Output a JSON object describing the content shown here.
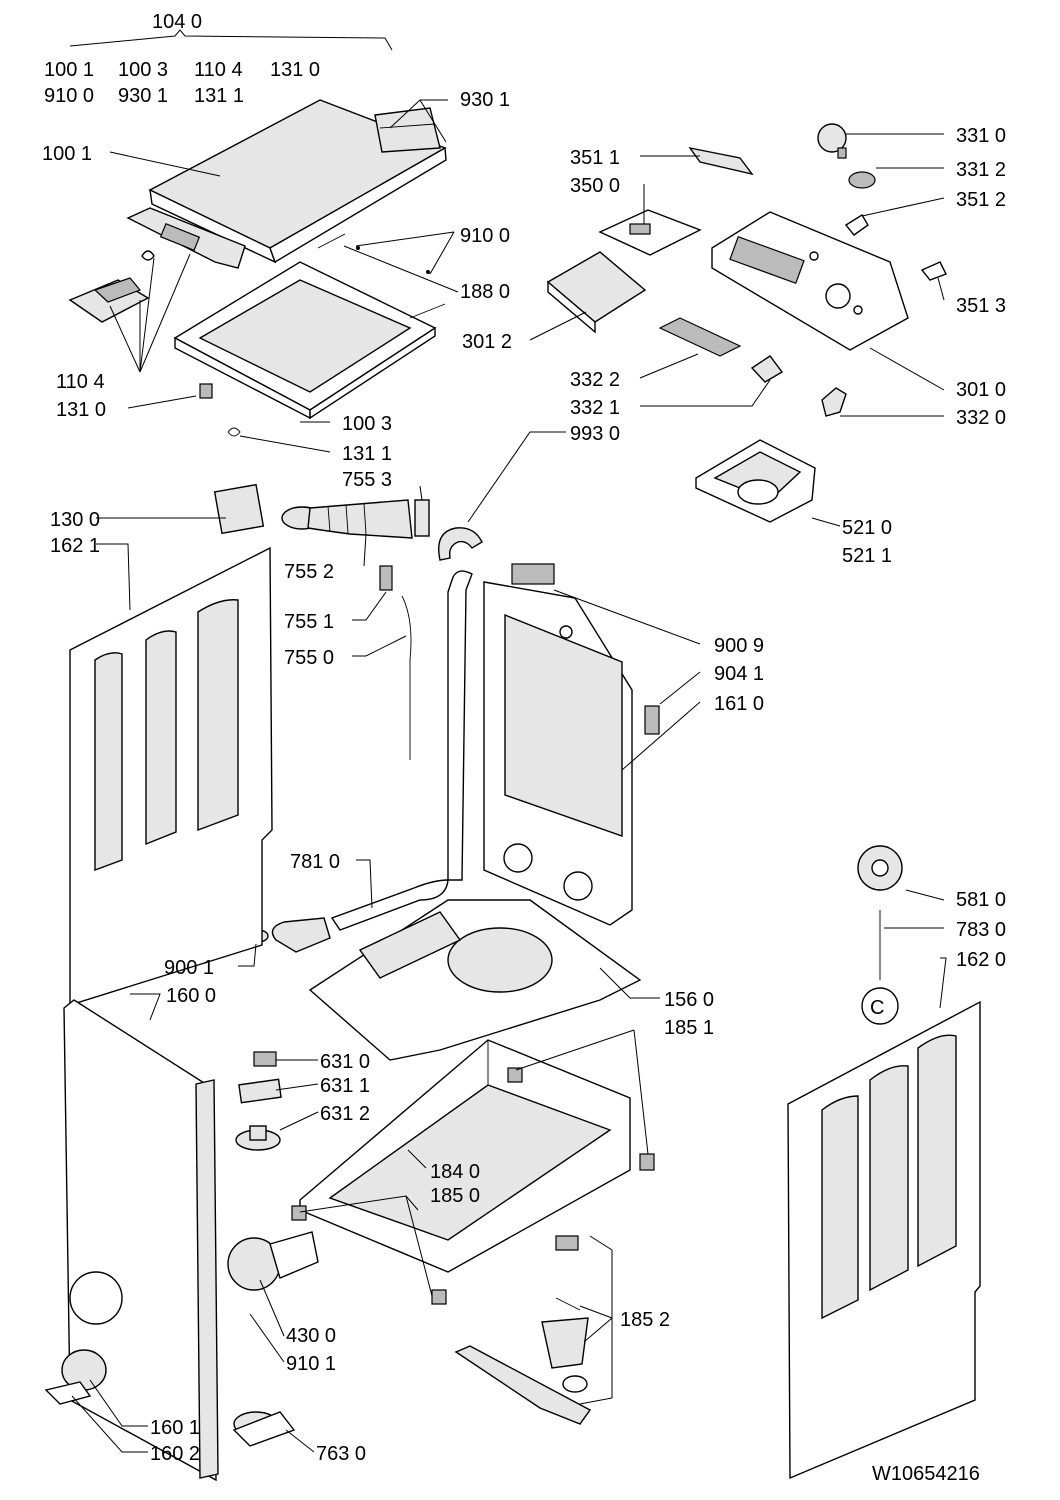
{
  "group": {
    "title": "104 0",
    "row1": [
      "100 1",
      "100 3",
      "110 4",
      "131 0"
    ],
    "row2": [
      "910 0",
      "930 1",
      "131 1"
    ]
  },
  "labels": [
    {
      "key": "l9301",
      "text": "930 1"
    },
    {
      "key": "l1001",
      "text": "100 1"
    },
    {
      "key": "l9100",
      "text": "910 0"
    },
    {
      "key": "l1880",
      "text": "188 0"
    },
    {
      "key": "l1104",
      "text": "110 4"
    },
    {
      "key": "l1310",
      "text": "131 0"
    },
    {
      "key": "l1003",
      "text": "100 3"
    },
    {
      "key": "l1311",
      "text": "131 1"
    },
    {
      "key": "l3511",
      "text": "351 1"
    },
    {
      "key": "l3500",
      "text": "350 0"
    },
    {
      "key": "l3012",
      "text": "301 2"
    },
    {
      "key": "l3322",
      "text": "332 2"
    },
    {
      "key": "l3321",
      "text": "332 1"
    },
    {
      "key": "l9930",
      "text": "993 0"
    },
    {
      "key": "l3310",
      "text": "331 0"
    },
    {
      "key": "l3312",
      "text": "331 2"
    },
    {
      "key": "l3512",
      "text": "351 2"
    },
    {
      "key": "l3513",
      "text": "351 3"
    },
    {
      "key": "l3010",
      "text": "301 0"
    },
    {
      "key": "l3320",
      "text": "332 0"
    },
    {
      "key": "l5210",
      "text": "521 0"
    },
    {
      "key": "l5211",
      "text": "521 1"
    },
    {
      "key": "l7553",
      "text": "755 3"
    },
    {
      "key": "l1300",
      "text": "130 0"
    },
    {
      "key": "l1621",
      "text": "162 1"
    },
    {
      "key": "l7552",
      "text": "755 2"
    },
    {
      "key": "l7551",
      "text": "755 1"
    },
    {
      "key": "l7550",
      "text": "755 0"
    },
    {
      "key": "l9009",
      "text": "900 9"
    },
    {
      "key": "l9041",
      "text": "904 1"
    },
    {
      "key": "l1610",
      "text": "161 0"
    },
    {
      "key": "l7810",
      "text": "781 0"
    },
    {
      "key": "l5810",
      "text": "581 0"
    },
    {
      "key": "l7830",
      "text": "783 0"
    },
    {
      "key": "l1620",
      "text": "162 0"
    },
    {
      "key": "l9001",
      "text": "900 1"
    },
    {
      "key": "l1600",
      "text": "160 0"
    },
    {
      "key": "l1560",
      "text": "156 0"
    },
    {
      "key": "l1851",
      "text": "185 1"
    },
    {
      "key": "l6310",
      "text": "631 0"
    },
    {
      "key": "l6311",
      "text": "631 1"
    },
    {
      "key": "l6312",
      "text": "631 2"
    },
    {
      "key": "l1840",
      "text": "184 0"
    },
    {
      "key": "l1850",
      "text": "185 0"
    },
    {
      "key": "l1852",
      "text": "185 2"
    },
    {
      "key": "l4300",
      "text": "430 0"
    },
    {
      "key": "l9101",
      "text": "910 1"
    },
    {
      "key": "l1601",
      "text": "160 1"
    },
    {
      "key": "l1602",
      "text": "160 2"
    },
    {
      "key": "l7630",
      "text": "763 0"
    }
  ],
  "callout_letter": "C",
  "drawing_number": "W10654216"
}
